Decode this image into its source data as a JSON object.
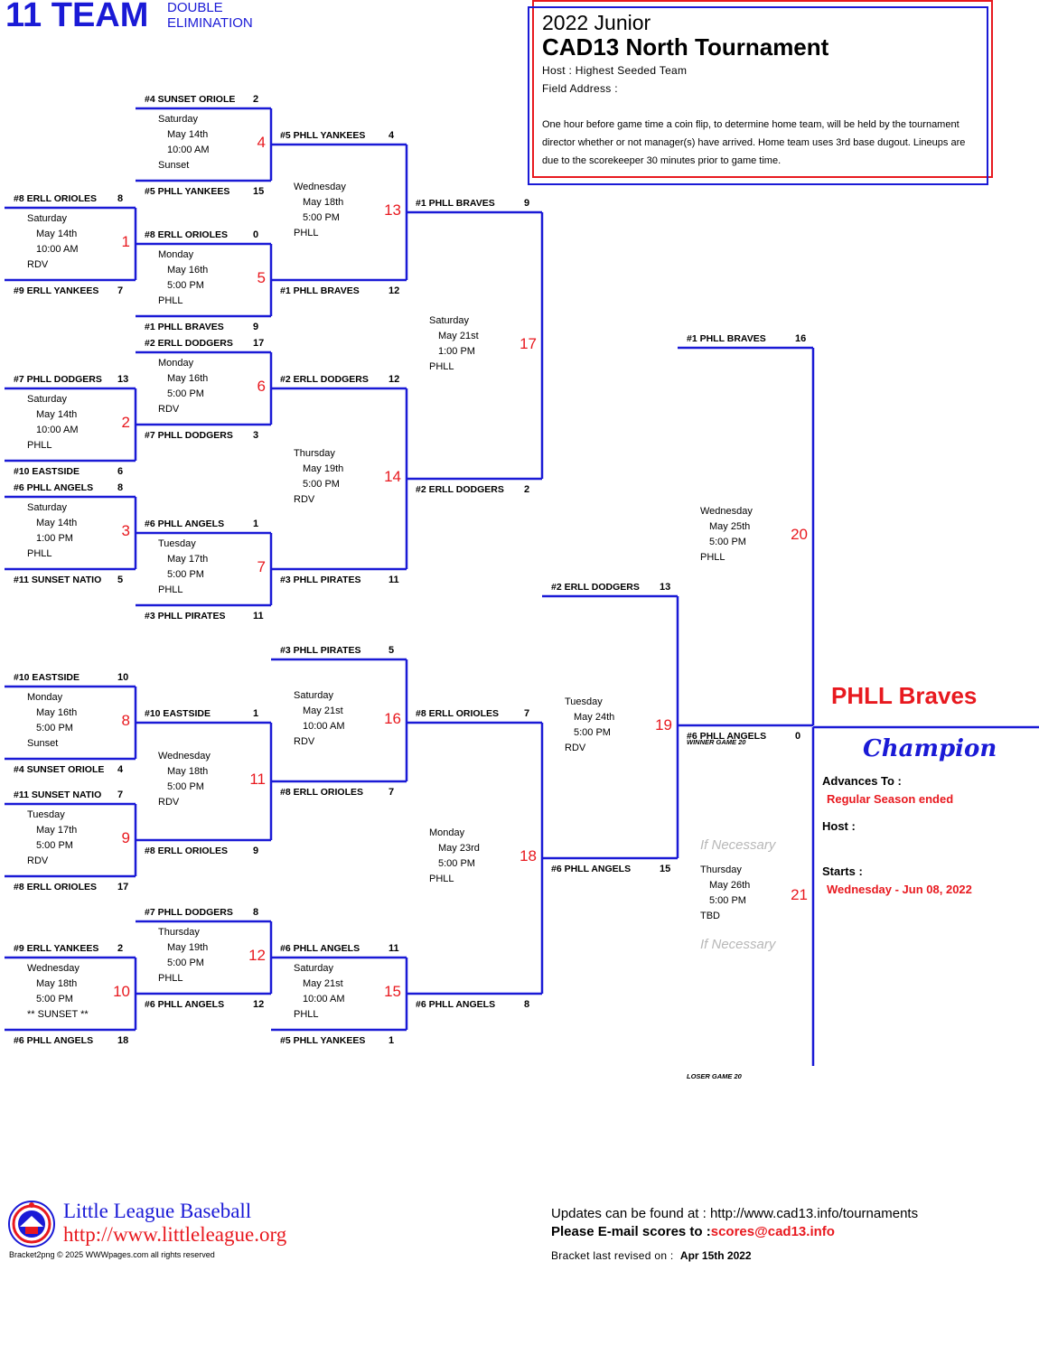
{
  "header": {
    "title_big": "11 TEAM",
    "title_small_1": "DOUBLE",
    "title_small_2": "ELIMINATION"
  },
  "tournament": {
    "year": "2022 Junior",
    "name": "CAD13 North Tournament",
    "host": "Host : Highest Seeded Team",
    "field": "Field Address :",
    "description": "One hour before game time a coin flip, to determine home team, will be held by the tournament director whether or not manager(s) have arrived. Home team uses 3rd base dugout. Lineups are due to the scorekeeper 30 minutes prior to game time."
  },
  "colors": {
    "line": "#1a1ad6",
    "accent_red": "#e8191f",
    "box_red": "#e8191f"
  },
  "games": [
    {
      "num": "1",
      "top": "#8 ERLL ORIOLES",
      "top_score": "8",
      "bot": "#9 ERLL YANKEES",
      "bot_score": "7",
      "day": "Saturday",
      "date": "May 14th",
      "time": "10:00 AM",
      "loc": "RDV"
    },
    {
      "num": "2",
      "top": "#7 PHLL DODGERS",
      "top_score": "13",
      "bot": "#10 EASTSIDE",
      "bot_score": "6",
      "day": "Saturday",
      "date": "May 14th",
      "time": "10:00 AM",
      "loc": "PHLL"
    },
    {
      "num": "3",
      "top": "#6 PHLL ANGELS",
      "top_score": "8",
      "bot": "#11 SUNSET NATIO",
      "bot_score": "5",
      "day": "Saturday",
      "date": "May 14th",
      "time": "1:00 PM",
      "loc": "PHLL"
    },
    {
      "num": "4",
      "top": "#4 SUNSET ORIOLE",
      "top_score": "2",
      "bot": "#5 PHLL YANKEES",
      "bot_score": "15",
      "day": "Saturday",
      "date": "May 14th",
      "time": "10:00 AM",
      "loc": "Sunset"
    },
    {
      "num": "5",
      "top": "#8 ERLL ORIOLES",
      "top_score": "0",
      "bot": "#1 PHLL BRAVES",
      "bot_score": "9",
      "day": "Monday",
      "date": "May 16th",
      "time": "5:00 PM",
      "loc": "PHLL"
    },
    {
      "num": "6",
      "top": "#2 ERLL DODGERS",
      "top_score": "17",
      "bot": "#7 PHLL DODGERS",
      "bot_score": "3",
      "day": "Monday",
      "date": "May 16th",
      "time": "5:00 PM",
      "loc": "RDV"
    },
    {
      "num": "7",
      "top": "#6 PHLL ANGELS",
      "top_score": "1",
      "bot": "#3 PHLL PIRATES",
      "bot_score": "11",
      "day": "Tuesday",
      "date": "May 17th",
      "time": "5:00 PM",
      "loc": "PHLL"
    },
    {
      "num": "13",
      "top": "#5 PHLL YANKEES",
      "top_score": "4",
      "bot": "#1 PHLL BRAVES",
      "bot_score": "12",
      "day": "Wednesday",
      "date": "May 18th",
      "time": "5:00 PM",
      "loc": "PHLL"
    },
    {
      "num": "14",
      "top": "#2 ERLL DODGERS",
      "top_score": "12",
      "bot": "#3 PHLL PIRATES",
      "bot_score": "11",
      "day": "Thursday",
      "date": "May 19th",
      "time": "5:00 PM",
      "loc": "RDV"
    },
    {
      "num": "17",
      "top": "#1 PHLL BRAVES",
      "top_score": "9",
      "bot": "#2 ERLL DODGERS",
      "bot_score": "2",
      "day": "Saturday",
      "date": "May 21st",
      "time": "1:00 PM",
      "loc": "PHLL"
    },
    {
      "num": "8",
      "top": "#10 EASTSIDE",
      "top_score": "10",
      "bot": "#4 SUNSET ORIOLE",
      "bot_score": "4",
      "day": "Monday",
      "date": "May 16th",
      "time": "5:00 PM",
      "loc": "Sunset"
    },
    {
      "num": "9",
      "top": "#11 SUNSET NATIO",
      "top_score": "7",
      "bot": "#8 ERLL ORIOLES",
      "bot_score": "17",
      "day": "Tuesday",
      "date": "May 17th",
      "time": "5:00 PM",
      "loc": "RDV"
    },
    {
      "num": "10",
      "top": "#9 ERLL YANKEES",
      "top_score": "2",
      "bot": "#6 PHLL ANGELS",
      "bot_score": "18",
      "day": "Wednesday",
      "date": "May 18th",
      "time": "5:00 PM",
      "loc": "** SUNSET **"
    },
    {
      "num": "11",
      "top": "#10 EASTSIDE",
      "top_score": "1",
      "bot": "#8 ERLL ORIOLES",
      "bot_score": "9",
      "day": "Wednesday",
      "date": "May 18th",
      "time": "5:00 PM",
      "loc": "RDV"
    },
    {
      "num": "12",
      "top": "#7 PHLL DODGERS",
      "top_score": "8",
      "bot": "#6 PHLL ANGELS",
      "bot_score": "12",
      "day": "Thursday",
      "date": "May 19th",
      "time": "5:00 PM",
      "loc": "PHLL"
    },
    {
      "num": "16",
      "top": "#3 PHLL PIRATES",
      "top_score": "5",
      "bot": "#8 ERLL ORIOLES",
      "bot_score": "7",
      "day": "Saturday",
      "date": "May 21st",
      "time": "10:00 AM",
      "loc": "RDV"
    },
    {
      "num": "15",
      "top": "#6 PHLL ANGELS",
      "top_score": "11",
      "bot": "#5 PHLL YANKEES",
      "bot_score": "1",
      "day": "Saturday",
      "date": "May 21st",
      "time": "10:00 AM",
      "loc": "PHLL"
    },
    {
      "num": "18",
      "top": "#8 ERLL ORIOLES",
      "top_score": "7",
      "bot": "#6 PHLL ANGELS",
      "bot_score": "8",
      "day": "Monday",
      "date": "May 23rd",
      "time": "5:00 PM",
      "loc": "PHLL"
    },
    {
      "num": "19",
      "top": "#2 ERLL DODGERS",
      "top_score": "13",
      "bot": "#6 PHLL ANGELS",
      "bot_score": "15",
      "day": "Tuesday",
      "date": "May 24th",
      "time": "5:00 PM",
      "loc": "RDV"
    },
    {
      "num": "20",
      "top": "#1 PHLL BRAVES",
      "top_score": "16",
      "bot": "#6 PHLL ANGELS",
      "bot_score": "0",
      "day": "Wednesday",
      "date": "May 25th",
      "time": "5:00 PM",
      "loc": "PHLL"
    },
    {
      "num": "21",
      "day": "Thursday",
      "date": "May 26th",
      "time": "5:00 PM",
      "loc": "TBD"
    }
  ],
  "final": {
    "if_necessary": "If Necessary",
    "winner_label": "WINNER GAME 20",
    "loser_label": "LOSER GAME 20",
    "champion_name": "PHLL Braves",
    "champion_label": "Champion",
    "advances_label": "Advances To :",
    "advances_value": "Regular Season ended",
    "host_label": "Host :",
    "starts_label": "Starts :",
    "starts_value": "Wednesday - Jun 08, 2022"
  },
  "footer": {
    "ll_name": "Little League Baseball",
    "ll_url": "http://www.littleleague.org",
    "copyright": "Bracket2png © 2025 WWWpages.com all rights reserved",
    "updates": "Updates can be found at : http://www.cad13.info/tournaments",
    "email_label": "Please E-mail scores to :",
    "email": "scores@cad13.info",
    "revised_label": "Bracket last revised on :",
    "revised_date": "Apr 15th 2022"
  }
}
